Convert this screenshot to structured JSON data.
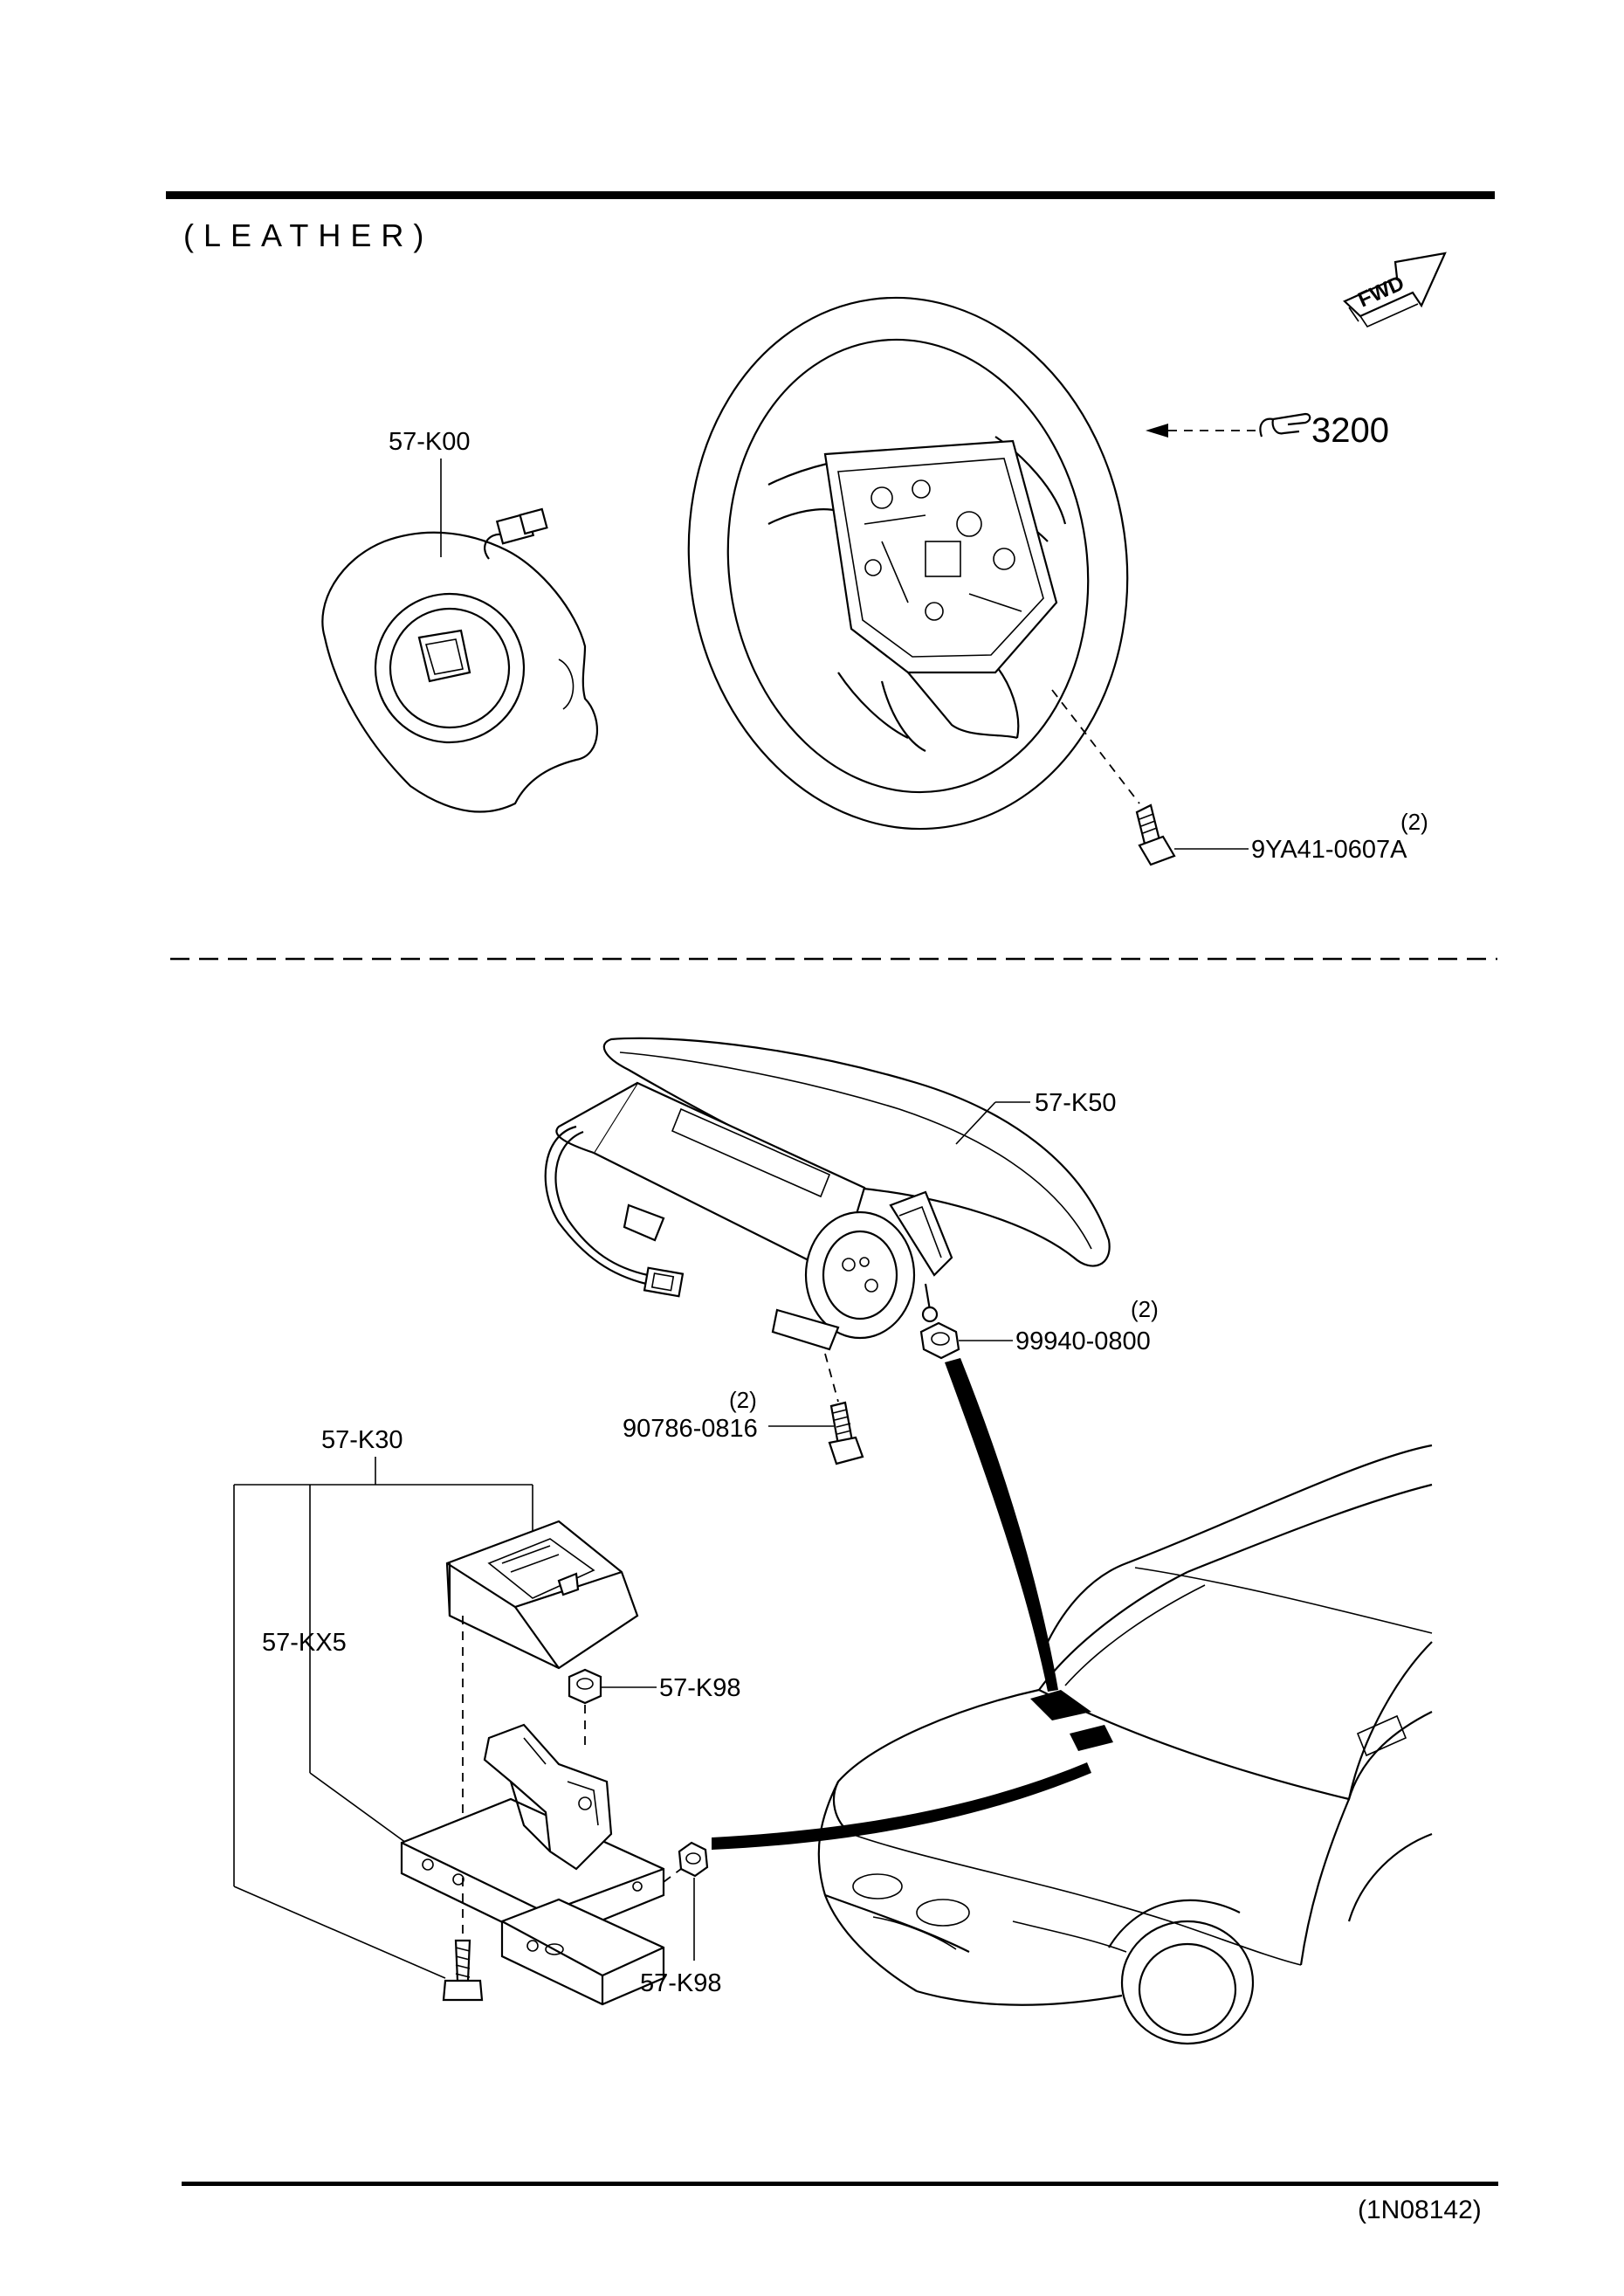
{
  "header": {
    "section_label": "(LEATHER)",
    "fwd_label": "FWD"
  },
  "steering_reference": {
    "label": "3200"
  },
  "parts": {
    "driver_airbag": "57-K00",
    "steering_bolt": {
      "number": "9YA41-0607A",
      "qty": "(2)"
    },
    "passenger_airbag": "57-K50",
    "passenger_nut": {
      "number": "99940-0800",
      "qty": "(2)"
    },
    "passenger_bolt": {
      "number": "90786-0816",
      "qty": "(2)"
    },
    "sensor_unit": "57-K30",
    "bracket": "57-KX5",
    "nut_upper": "57-K98",
    "nut_lower": "57-K98"
  },
  "footer": {
    "diagram_code": "(1N08142)"
  }
}
